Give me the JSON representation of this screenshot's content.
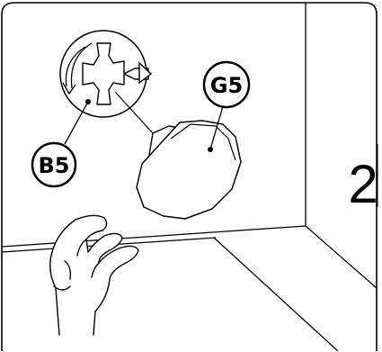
{
  "step": {
    "number": "2"
  },
  "callouts": {
    "rotor": {
      "code": "B5"
    },
    "mirror": {
      "code": "G5"
    }
  },
  "icons": [
    "rotate-arrow-icon",
    "plus-cross-icon",
    "hand-icon",
    "mirror-glass-icon"
  ],
  "colors": {
    "line": "#000000",
    "background": "#ffffff"
  }
}
